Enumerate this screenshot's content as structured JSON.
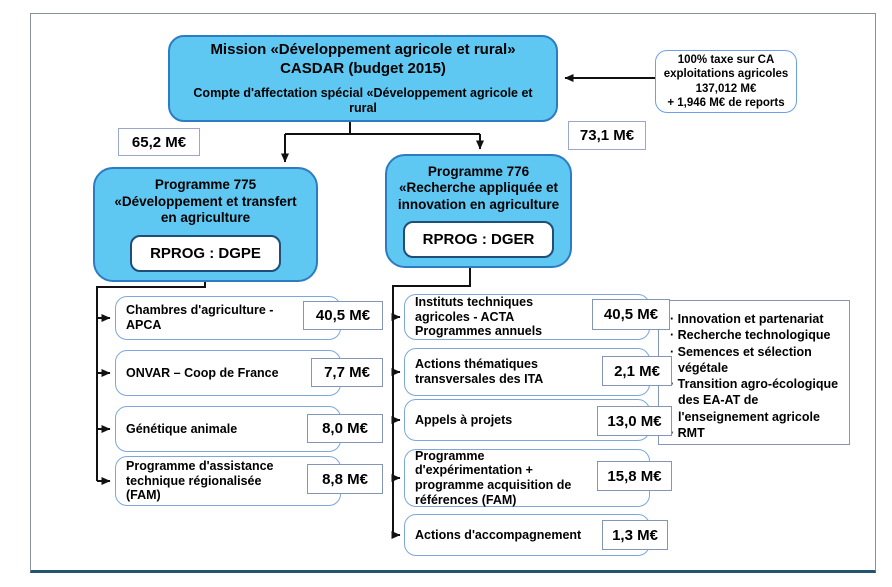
{
  "diagram": {
    "mission": {
      "title_line1": "Mission «Développement agricole et rural»",
      "title_line2": "CASDAR (budget 2015)",
      "subtitle": "Compte d'affectation spécial «Développement agricole et rural"
    },
    "tax_note": {
      "line1": "100% taxe sur CA",
      "line2": "exploitations agricoles",
      "line3": "137,012 M€",
      "line4": "+ 1,946 M€ de reports"
    },
    "left_amount": "65,2 M€",
    "right_amount": "73,1 M€",
    "prog775": {
      "name": "Programme 775",
      "desc": "«Développement et transfert en agriculture",
      "rprog": "RPROG : DGPE"
    },
    "prog776": {
      "name": "Programme 776",
      "desc": "«Recherche appliquée et innovation en agriculture",
      "rprog": "RPROG : DGER"
    },
    "left_items": [
      {
        "label": "Chambres d'agriculture - APCA",
        "value": "40,5 M€"
      },
      {
        "label": "ONVAR – Coop de France",
        "value": "7,7 M€"
      },
      {
        "label": "Génétique animale",
        "value": "8,0 M€"
      },
      {
        "label": "Programme d'assistance technique régionalisée (FAM)",
        "value": "8,8 M€"
      }
    ],
    "right_items": [
      {
        "label": "Instituts techniques agricoles - ACTA Programmes annuels",
        "value": "40,5 M€"
      },
      {
        "label": "Actions thématiques transversales des ITA",
        "value": "2,1 M€"
      },
      {
        "label": "Appels à projets",
        "value": "13,0 M€"
      },
      {
        "label": "Programme d'expérimentation + programme acquisition de références (FAM)",
        "value": "15,8 M€"
      },
      {
        "label": "Actions d'accompagnement",
        "value": "1,3 M€"
      }
    ],
    "notes": [
      "Innovation et partenariat",
      "Recherche technologique",
      "Semences et sélection végétale",
      "Transition agro-écologique des EA-AT de l'enseignement agricole",
      "RMT"
    ]
  },
  "colors": {
    "box_fill": "#5ec8f2",
    "box_border": "#2b7cc2",
    "item_border": "#7da7d9",
    "frame_bottom": "#24546f",
    "wire": "#111111"
  }
}
